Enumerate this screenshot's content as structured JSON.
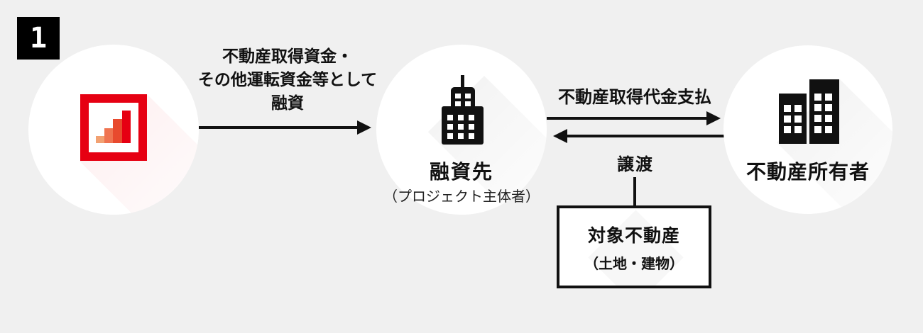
{
  "step_badge": "1",
  "colors": {
    "background": "#f0f0f0",
    "accent_red": "#e60012",
    "ink": "#111111",
    "logo_bars": [
      "#f2a172",
      "#ef7350",
      "#e84a2e",
      "#e60012"
    ]
  },
  "actors": {
    "lender": {
      "icon": "bar-chart-logo-icon"
    },
    "borrower": {
      "label": "融資先",
      "sublabel": "（プロジェクト主体者）",
      "icon": "office-building-icon"
    },
    "owner": {
      "label": "不動産所有者",
      "icon": "two-buildings-icon"
    }
  },
  "flows": {
    "loan": {
      "lines": [
        "不動産取得資金・",
        "その他運転資金等として",
        "融資"
      ],
      "direction": "right"
    },
    "payment": {
      "label": "不動産取得代金支払",
      "direction": "right"
    },
    "transfer": {
      "label": "譲渡",
      "direction": "left"
    }
  },
  "property_box": {
    "title": "対象不動産",
    "subtitle": "（土地・建物）"
  }
}
